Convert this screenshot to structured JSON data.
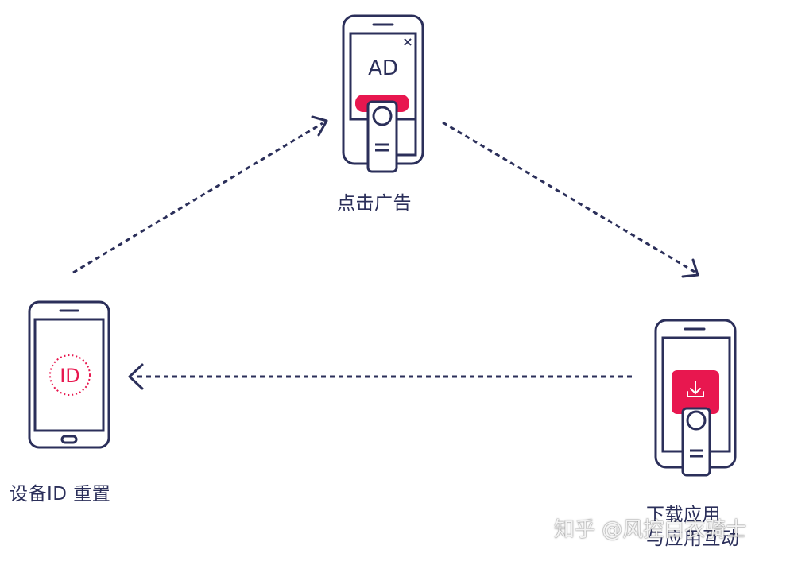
{
  "nodes": {
    "click_ad": {
      "caption": "点击广告",
      "ad_text": "AD",
      "close_text": "×"
    },
    "download": {
      "caption_line1": "下载应用",
      "caption_line2": "与应用互动"
    },
    "reset_id": {
      "caption": "设备ID 重置",
      "id_text": "ID"
    }
  },
  "watermark": "知乎 @风控白衣骑士",
  "colors": {
    "stroke": "#2b2f5a",
    "accent": "#e8174f",
    "id_ring": "#e8174f",
    "background": "#ffffff"
  },
  "icons": {
    "arrow_reset_to_click": "dashed-arrow",
    "arrow_click_to_download": "dashed-arrow",
    "arrow_download_to_reset": "dashed-arrow",
    "download_symbol": "download-icon",
    "finger": "finger-tap-icon"
  }
}
